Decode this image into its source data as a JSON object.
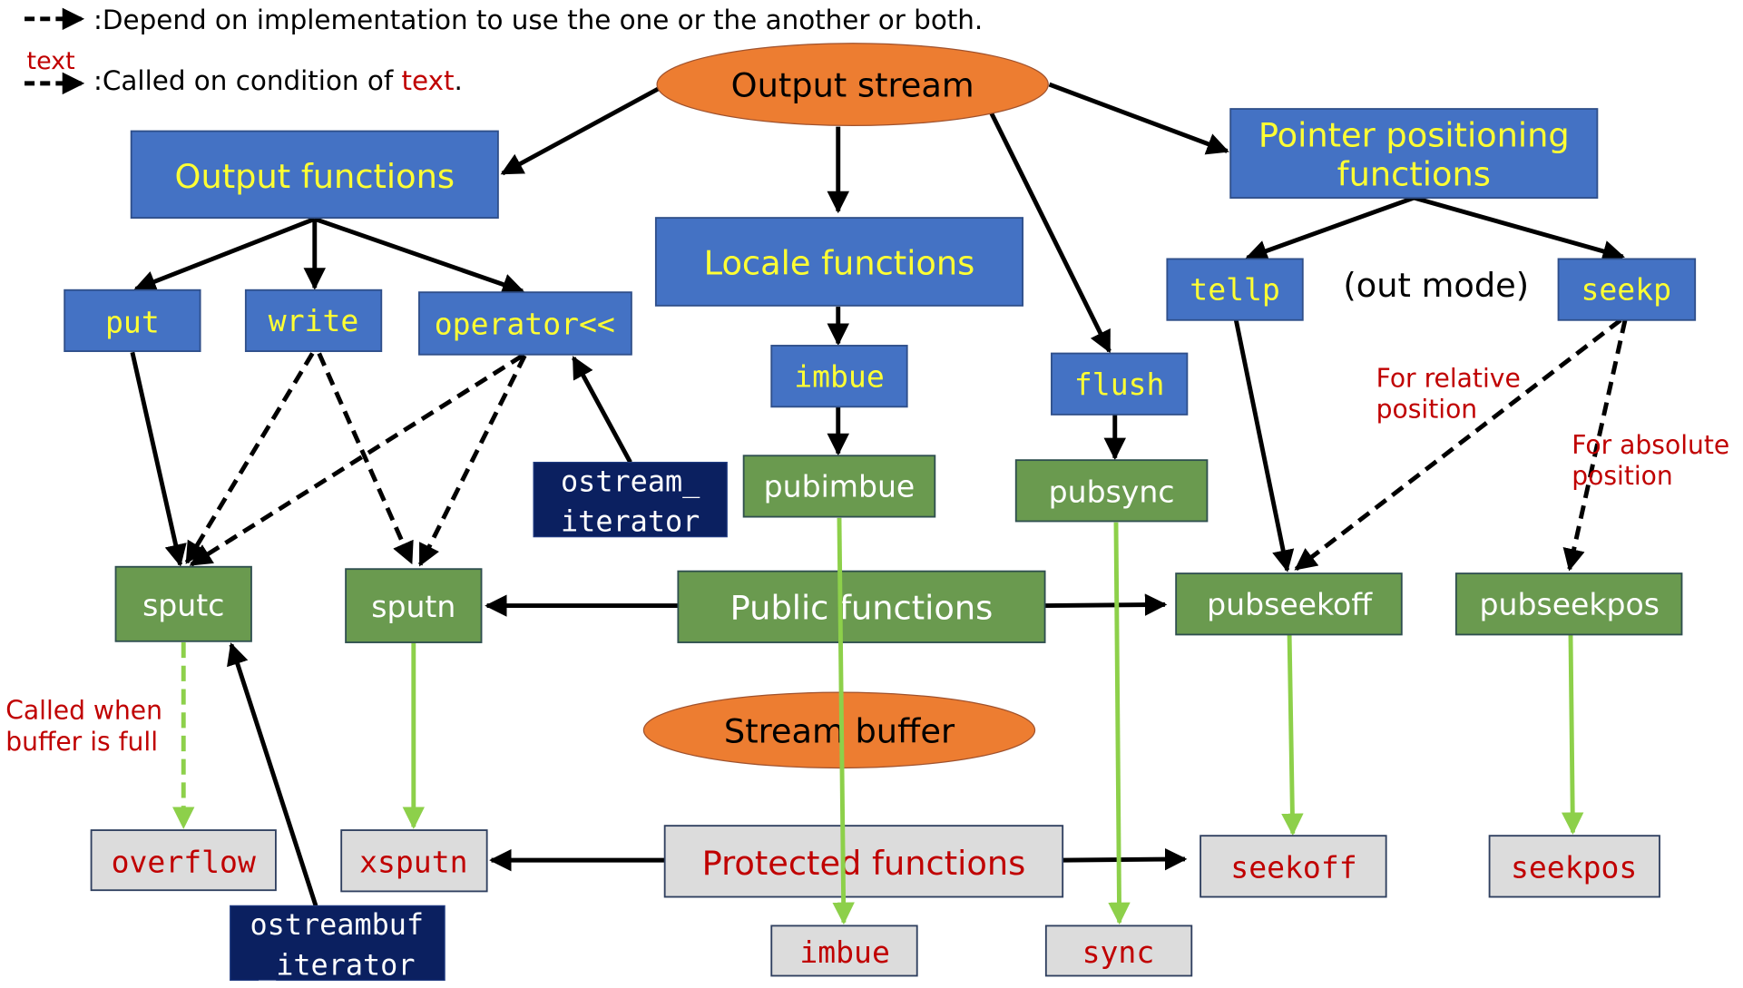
{
  "legend": {
    "dashed_label": ":Depend on implementation to use the one or the another or both.",
    "conditional_over": "text",
    "conditional_prefix": ":Called on condition of ",
    "conditional_word": "text",
    "conditional_suffix": "."
  },
  "nodes": {
    "output_stream": "Output stream",
    "output_functions": "Output functions",
    "pointer_positioning_line1": "Pointer positioning",
    "pointer_positioning_line2": "functions",
    "locale_functions": "Locale functions",
    "put": "put",
    "write": "write",
    "operator_shift": "operator<<",
    "imbue": "imbue",
    "flush": "flush",
    "tellp": "tellp",
    "seekp": "seekp",
    "out_mode": "(out mode)",
    "ostream_iterator_line1": "ostream_",
    "ostream_iterator_line2": "iterator",
    "pubimbue": "pubimbue",
    "pubsync": "pubsync",
    "sputc": "sputc",
    "sputn": "sputn",
    "public_functions": "Public functions",
    "pubseekoff": "pubseekoff",
    "pubseekpos": "pubseekpos",
    "stream_buffer": "Stream buffer",
    "overflow": "overflow",
    "xsputn": "xsputn",
    "protected_functions": "Protected functions",
    "seekoff": "seekoff",
    "seekpos": "seekpos",
    "imbue_protected": "imbue",
    "sync": "sync",
    "ostreambuf_iterator_line1": "ostreambuf",
    "ostreambuf_iterator_line2": "_iterator"
  },
  "annotations": {
    "relative_line1": "For relative",
    "relative_line2": "position",
    "absolute_line1": "For absolute",
    "absolute_line2": "position",
    "buffer_full_line1": "Called when",
    "buffer_full_line2": "buffer is full"
  },
  "colors": {
    "blue_box": "#4472c4",
    "navy_box": "#0b2060",
    "green_box": "#6a9a4f",
    "grey_box": "#dcdcdc",
    "orange_ellipse": "#ed7d31",
    "yellow_text": "#ffff33",
    "red_text": "#c00000",
    "light_green_arrow": "#8dd04a"
  }
}
